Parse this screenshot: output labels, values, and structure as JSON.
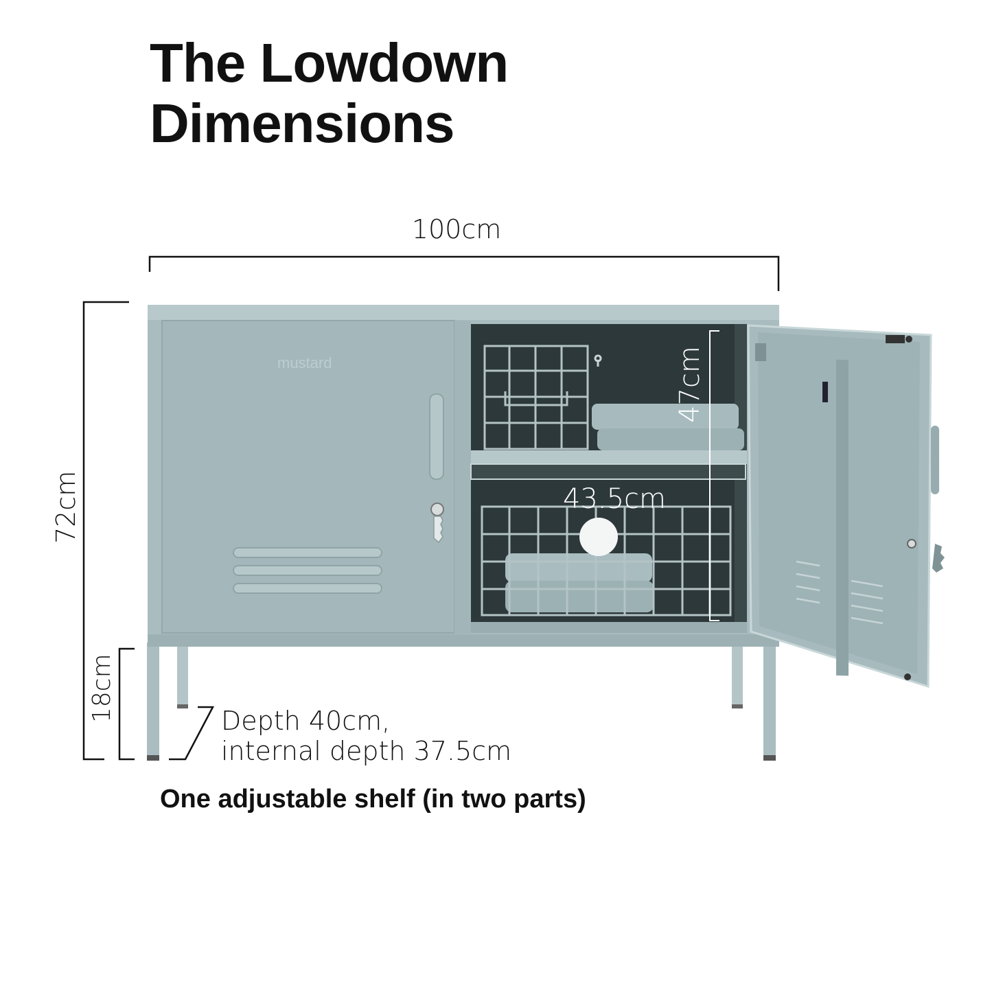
{
  "heading": {
    "line1": "The Lowdown",
    "line2": "Dimensions"
  },
  "dimensions": {
    "width": "100cm",
    "height": "72cm",
    "leg_height": "18cm",
    "depth_line1": "Depth 40cm,",
    "depth_line2": "internal depth 37.5cm",
    "shelf_height": "47cm",
    "shelf_width": "43.5cm"
  },
  "brand_logo": "mustard",
  "footer": "One adjustable shelf (in two parts)",
  "colors": {
    "cabinet": "#a9bcbf",
    "cabinet_dark": "#90a5a9",
    "interior": "#2c3638",
    "dimension_line": "#111111",
    "dimension_line_light": "#ffffff"
  }
}
